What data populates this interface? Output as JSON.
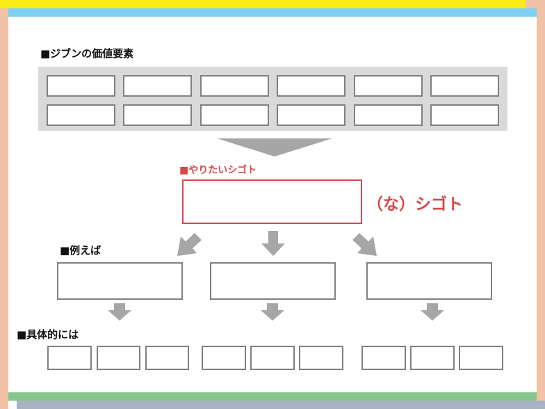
{
  "colors": {
    "yellow": "#f8ec14",
    "cyan": "#7ecff2",
    "peach": "#f2c2a8",
    "green": "#85c68a",
    "slate": "#a7b2c4",
    "accent_red": "#d9474a",
    "gray": "#a6a6a6"
  },
  "sections": {
    "values_title": "■ジブンの価値要素",
    "want_title": "■やりたいシゴト",
    "want_side_label": "（な）シゴト",
    "examples_title": "■例えば",
    "concrete_title": "■具体的には"
  }
}
